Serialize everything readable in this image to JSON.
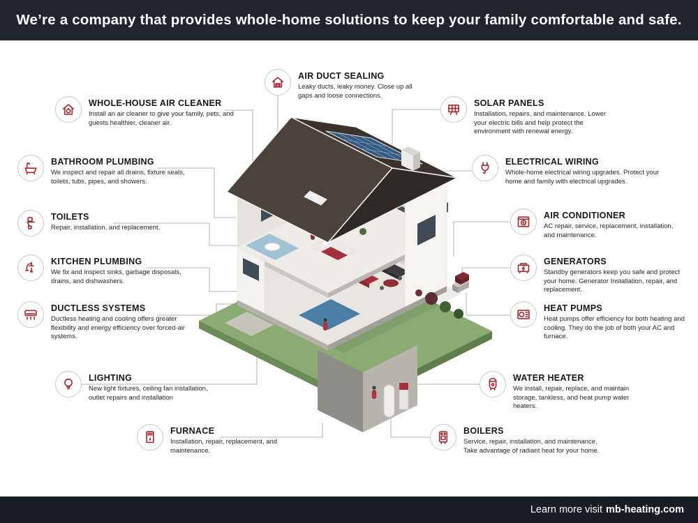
{
  "header": {
    "title": "We’re a company that provides whole-home solutions to keep your family comfortable and safe."
  },
  "footer": {
    "prefix": "Learn more visit",
    "domain": "mb-heating.com"
  },
  "colors": {
    "header_bg": "#20242c",
    "footer_bg": "#181c23",
    "accent_red": "#a72b31",
    "connector_gray": "#c4c4c4",
    "lawn_green": "#8aab72",
    "roof_dark": "#4a423b",
    "solar_blue": "#35597f"
  },
  "callouts": [
    {
      "id": "whole-house-air-cleaner",
      "icon": "air-cleaner-icon",
      "title": "WHOLE-HOUSE AIR CLEANER",
      "desc": "Install an air cleaner to give your family, pets, and guests healthier, cleaner air."
    },
    {
      "id": "air-duct-sealing",
      "icon": "duct-sealing-icon",
      "title": "AIR DUCT SEALING",
      "desc": "Leaky ducts, leaky money. Close up all gaps and loose connections."
    },
    {
      "id": "solar-panels",
      "icon": "solar-panel-icon",
      "title": "SOLAR PANELS",
      "desc": "Installation, repairs, and maintenance. Lower your electric bills and help protect the environment with renewal energy."
    },
    {
      "id": "bathroom-plumbing",
      "icon": "bathtub-icon",
      "title": "BATHROOM PLUMBING",
      "desc": "We inspect and repair all drains, fixture seals, toilets, tubs, pipes, and showers."
    },
    {
      "id": "electrical-wiring",
      "icon": "plug-icon",
      "title": "ELECTRICAL WIRING",
      "desc": "Whole-home electrical wiring upgrades. Protect your home and family with electrical upgrades."
    },
    {
      "id": "toilets",
      "icon": "toilet-icon",
      "title": "TOILETS",
      "desc": "Repair, installation, and replacement."
    },
    {
      "id": "air-conditioner",
      "icon": "air-conditioner-icon",
      "title": "AIR CONDITIONER",
      "desc": "AC repair, service, replacement, installation, and maintenance."
    },
    {
      "id": "kitchen-plumbing",
      "icon": "faucet-icon",
      "title": "KITCHEN PLUMBING",
      "desc": "We fix and inspect sinks, garbage disposals, drains, and dishwashers."
    },
    {
      "id": "generators",
      "icon": "generator-icon",
      "title": "GENERATORS",
      "desc": "Standby generators keep you safe and protect your home. Generator Installation, repair, and replacement."
    },
    {
      "id": "ductless-systems",
      "icon": "ductless-unit-icon",
      "title": "DUCTLESS SYSTEMS",
      "desc": "Ductless heating and cooling offers greater flexibility and energy efficiency over forced-air systems."
    },
    {
      "id": "heat-pumps",
      "icon": "heat-pump-icon",
      "title": "HEAT PUMPS",
      "desc": "Heat pumps offer efficiency for both heating and cooling. They do the job of both your AC and furnace."
    },
    {
      "id": "lighting",
      "icon": "lightbulb-icon",
      "title": "LIGHTING",
      "desc": "New light fixtures, ceiling fan installation, outlet repairs and installation"
    },
    {
      "id": "water-heater",
      "icon": "water-heater-icon",
      "title": "WATER HEATER",
      "desc": "We install, repair, replace, and maintain storage, tankless, and heat pump water heaters."
    },
    {
      "id": "furnace",
      "icon": "furnace-icon",
      "title": "FURNACE",
      "desc": "Installation, repair, replacement, and maintenance."
    },
    {
      "id": "boilers",
      "icon": "boiler-icon",
      "title": "BOILERS",
      "desc": "Service, repair, installation, and maintenance. Take advantage of radiant heat for your home."
    }
  ]
}
